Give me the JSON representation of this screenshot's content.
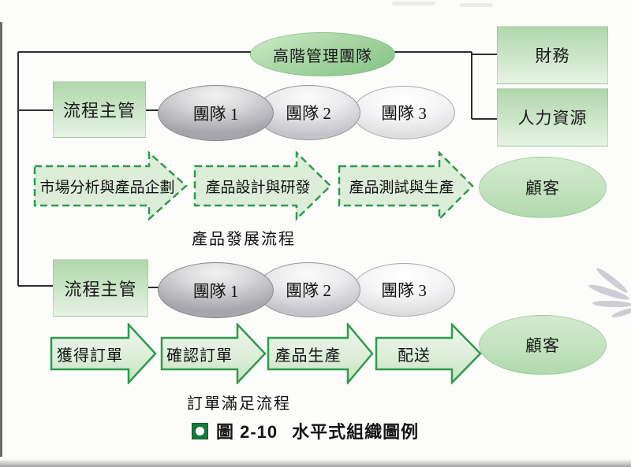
{
  "header": {
    "management_team": "高階管理團隊",
    "finance": "財務",
    "human_resources": "人力資源"
  },
  "product_flow": {
    "supervisor": "流程主管",
    "teams": [
      "團隊 1",
      "團隊 2",
      "團隊 3"
    ],
    "steps": [
      "市場分析與產品企劃",
      "產品設計與研發",
      "產品測試與生產"
    ],
    "customer": "顧客",
    "label": "產品發展流程"
  },
  "order_flow": {
    "supervisor": "流程主管",
    "teams": [
      "團隊 1",
      "團隊 2",
      "團隊 3"
    ],
    "steps": [
      "獲得訂單",
      "確認訂單",
      "產品生產",
      "配送"
    ],
    "customer": "顧客",
    "label": "訂單滿足流程"
  },
  "caption": {
    "figure": "圖 2-10",
    "title": "水平式組織圖例"
  },
  "colors": {
    "arrow_border_green": "#2e9b4d",
    "dashed_arrow_fill": "#dcedd8",
    "node_gradient_top": "#b0d7ab",
    "node_gradient_bottom": "#e7f3e5",
    "connector_line": "#2e2e2e",
    "caption_bullet_green": "#177a3b"
  }
}
